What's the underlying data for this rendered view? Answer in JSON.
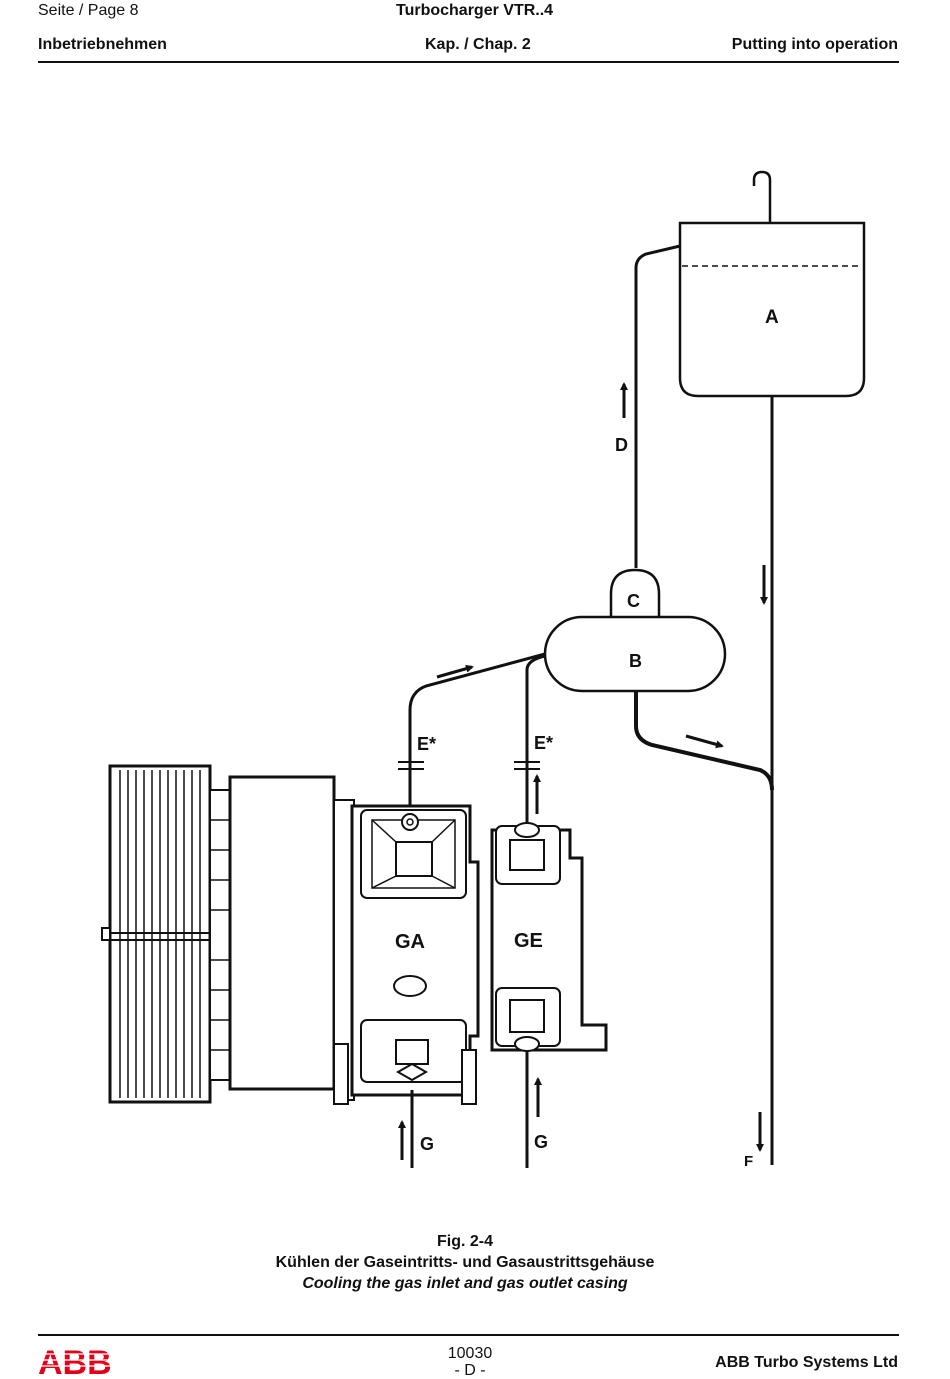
{
  "header": {
    "page_label": "Seite / Page  8",
    "document_title": "Turbocharger VTR..4",
    "section_de": "Inbetriebnehmen",
    "chapter": "Kap. / Chap. 2",
    "section_en": "Putting into operation"
  },
  "figure": {
    "labels": {
      "tank": "A",
      "vessel": "B",
      "dome": "C",
      "return_flow": "D",
      "valve_left": "E*",
      "valve_right": "E*",
      "outlet": "F",
      "inlet_left": "G",
      "inlet_right": "G",
      "gas_outlet_casing": "GA",
      "gas_inlet_casing": "GE"
    },
    "number": "Fig. 2-4",
    "title_de": "Kühlen der Gaseintritts- und Gasaustrittsgehäuse",
    "title_en": "Cooling the gas inlet and gas outlet casing"
  },
  "footer": {
    "logo_text": "ABB",
    "doc_number": "10030",
    "revision": "- D -",
    "company": "ABB Turbo Systems Ltd"
  },
  "colors": {
    "logo_red": "#e2001a",
    "ink": "#111111"
  }
}
